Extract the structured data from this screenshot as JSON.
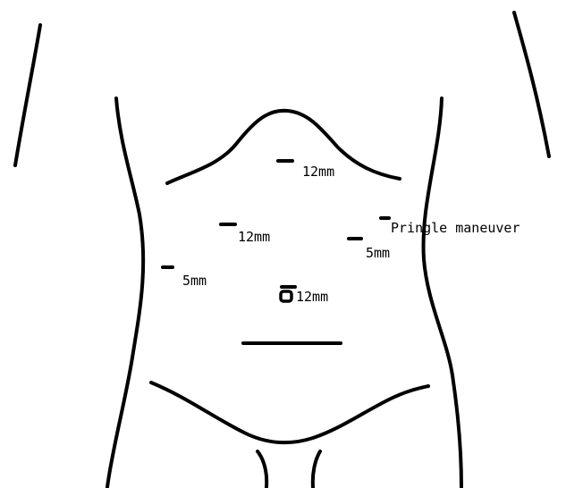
{
  "diagram": {
    "ports": [
      {
        "id": "epigastric",
        "size_label": "12mm"
      },
      {
        "id": "right-upper",
        "size_label": "12mm"
      },
      {
        "id": "left-upper",
        "size_label": "5mm"
      },
      {
        "id": "right-lateral",
        "size_label": "5mm"
      },
      {
        "id": "umbilical",
        "size_label": "12mm",
        "camera_port": true
      }
    ],
    "pringle": {
      "label": "Pringle maneuver"
    }
  }
}
